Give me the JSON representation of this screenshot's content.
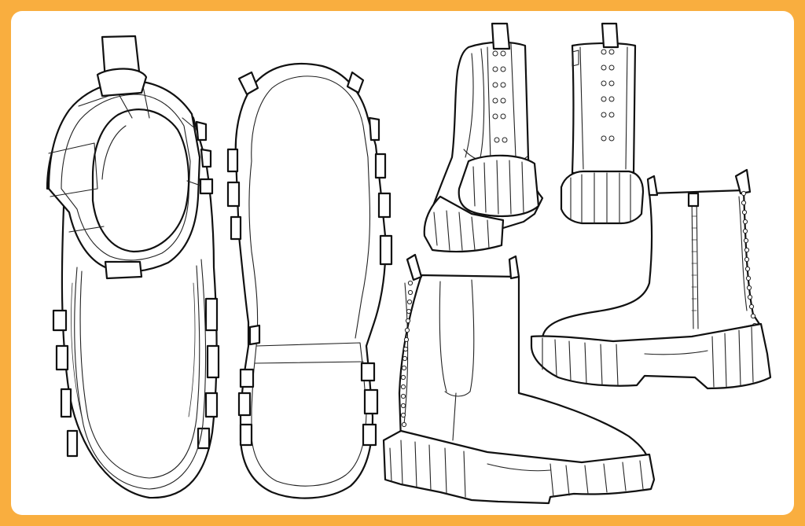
{
  "colors": {
    "background": "#F9AE3F",
    "panel": "#FFFFFF",
    "ink": "#111111"
  },
  "views": [
    {
      "name": "top-view"
    },
    {
      "name": "outsole-bottom-view"
    },
    {
      "name": "rear-three-quarter-view"
    },
    {
      "name": "back-view"
    },
    {
      "name": "medial-side-view"
    },
    {
      "name": "lateral-side-view"
    }
  ],
  "eyelet_counts": {
    "rear_three_quarter": 12,
    "back": 12,
    "medial_side": 18,
    "lateral_side": 18
  }
}
